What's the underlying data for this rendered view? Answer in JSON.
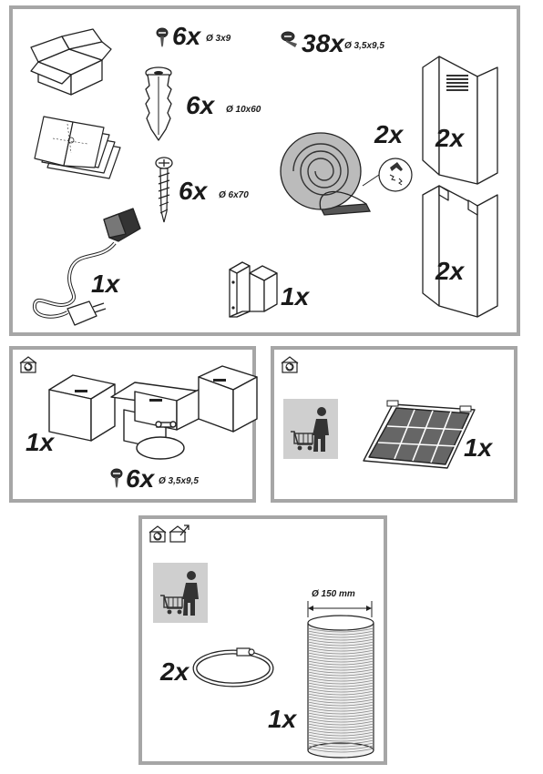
{
  "panel_main": {
    "screws_small": {
      "qty": "6x",
      "spec": "Ø 3x9"
    },
    "screws_large": {
      "qty": "38x",
      "spec": "Ø 3,5x9,5"
    },
    "wall_plugs": {
      "qty": "6x",
      "spec": "Ø 10x60"
    },
    "wood_screws": {
      "qty": "6x",
      "spec": "Ø 6x70"
    },
    "sealing_tape": {
      "qty": "2x"
    },
    "chimney_upper": {
      "qty": "2x"
    },
    "chimney_lower": {
      "qty": "2x"
    },
    "power_cable": {
      "qty": "1x"
    },
    "bracket": {
      "qty": "1x"
    }
  },
  "panel_duct": {
    "duct_set": {
      "qty": "1x"
    },
    "screws": {
      "qty": "6x",
      "spec": "Ø 3,5x9,5"
    }
  },
  "panel_filter": {
    "carbon_filter": {
      "qty": "1x"
    }
  },
  "panel_hose": {
    "clamp": {
      "qty": "2x"
    },
    "hose": {
      "qty": "1x",
      "diameter": "Ø 150 mm"
    }
  }
}
